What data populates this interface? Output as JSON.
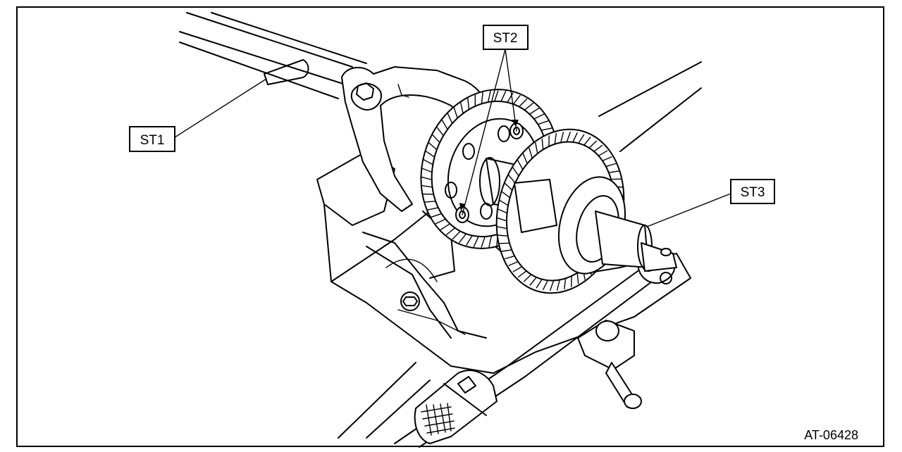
{
  "callouts": {
    "st1": "ST1",
    "st2": "ST2",
    "st3": "ST3"
  },
  "figure_id": "AT-06428"
}
